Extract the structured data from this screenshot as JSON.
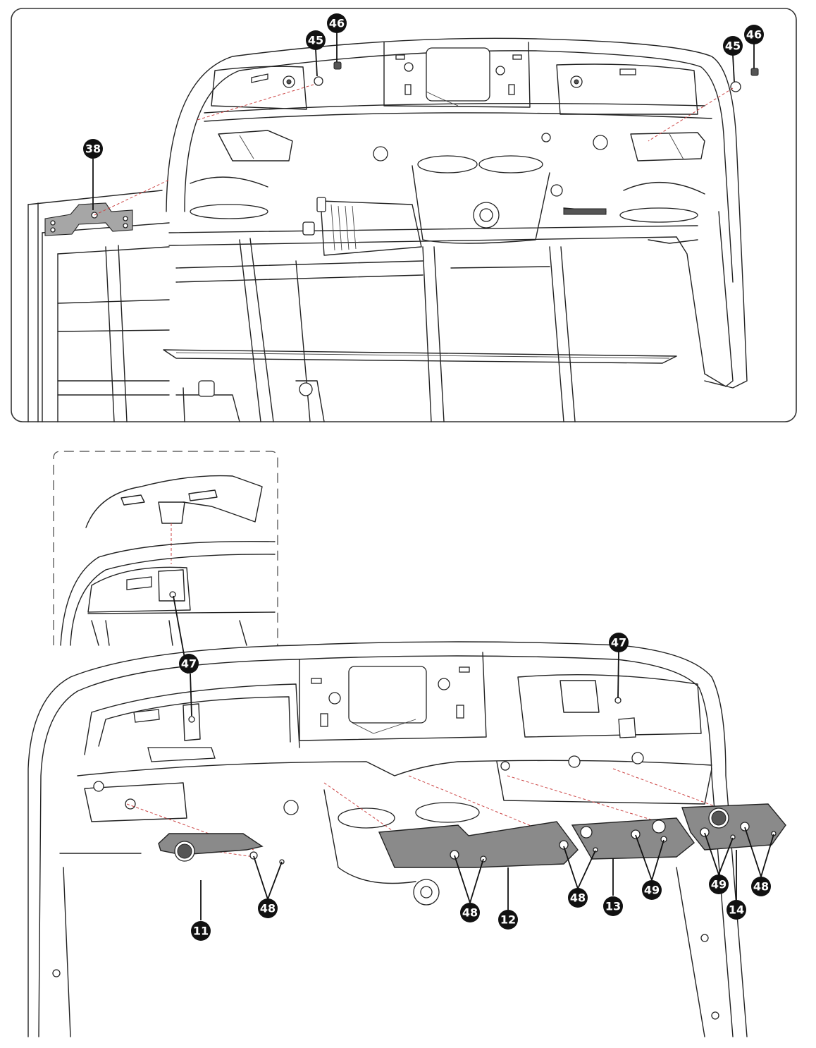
{
  "callouts": {
    "c38": "38",
    "c45a": "45",
    "c46a": "46",
    "c45b": "45",
    "c46b": "46",
    "c47a": "47",
    "c47b": "47",
    "c48a": "48",
    "c48b": "48",
    "c48c": "48",
    "c48d": "48",
    "c49a": "49",
    "c49b": "49",
    "c11": "11",
    "c12": "12",
    "c13": "13",
    "c14": "14"
  },
  "colors": {
    "callout_fill": "#111111",
    "part_fill": "#8a8a8a",
    "dashed_line": "#cc4444"
  }
}
